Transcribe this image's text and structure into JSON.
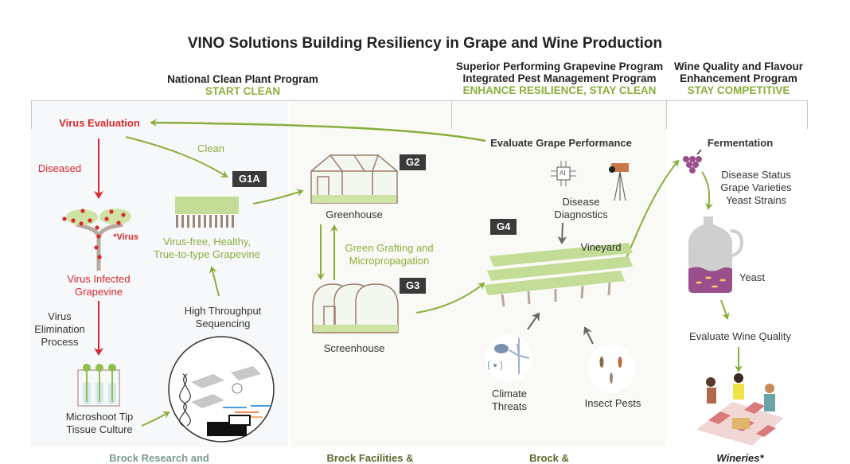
{
  "title": "VINO Solutions Building Resiliency in Grape and Wine Production",
  "programs": [
    {
      "name": "National Clean Plant Program",
      "name2": "",
      "slogan": "START CLEAN"
    },
    {
      "name": "Superior Performing Grapevine Program",
      "name2": "Integrated Pest Management Program",
      "slogan": "ENHANCE RESILIENCE, STAY CLEAN"
    },
    {
      "name": "Wine Quality and Flavour",
      "name2": "Enhancement Program",
      "slogan": "STAY COMPETITIVE"
    }
  ],
  "stage1": {
    "virus_evaluation": "Virus Evaluation",
    "diseased": "Diseased",
    "clean": "Clean",
    "virus_mark": "*Virus",
    "infected_1": "Virus Infected",
    "infected_2": "Grapevine",
    "elimination_1": "Virus",
    "elimination_2": "Elimination",
    "elimination_3": "Process",
    "microshoot_1": "Microshoot Tip",
    "microshoot_2": "Tissue Culture",
    "hts_1": "High Throughput",
    "hts_2": "Sequencing",
    "healthy_1": "Virus-free, Healthy,",
    "healthy_2": "True-to-type Grapevine",
    "badge": "G1A"
  },
  "stage2": {
    "greenhouse": "Greenhouse",
    "screenhouse": "Screenhouse",
    "grafting_1": "Green Grafting and",
    "grafting_2": "Micropropagation",
    "badge_g2": "G2",
    "badge_g3": "G3"
  },
  "stage3": {
    "evaluate": "Evaluate Grape Performance",
    "diagnostics_1": "Disease",
    "diagnostics_2": "Diagnostics",
    "ai_label": "AI",
    "vineyard": "Vineyard",
    "climate_1": "Climate",
    "climate_2": "Threats",
    "insects": "Insect Pests",
    "badge": "G4"
  },
  "stage4": {
    "fermentation": "Fermentation",
    "factor_1": "Disease Status",
    "factor_2": "Grape Varieties",
    "factor_3": "Yeast Strains",
    "yeast": "Yeast",
    "evaluate_wine": "Evaluate Wine Quality"
  },
  "footer": [
    {
      "label": "Brock Research and",
      "color": "#7a9a94"
    },
    {
      "label": "Brock Facilities &",
      "color": "#5a6a2a"
    },
    {
      "label": "Brock &",
      "color": "#5a6a2a"
    },
    {
      "label": "Wineries*",
      "color": "#222222"
    }
  ],
  "colors": {
    "accent_green": "#8aae3c",
    "alert_red": "#d8282b",
    "badge_dark": "#3a3a3a",
    "wine_purple": "#9a4f8c"
  }
}
